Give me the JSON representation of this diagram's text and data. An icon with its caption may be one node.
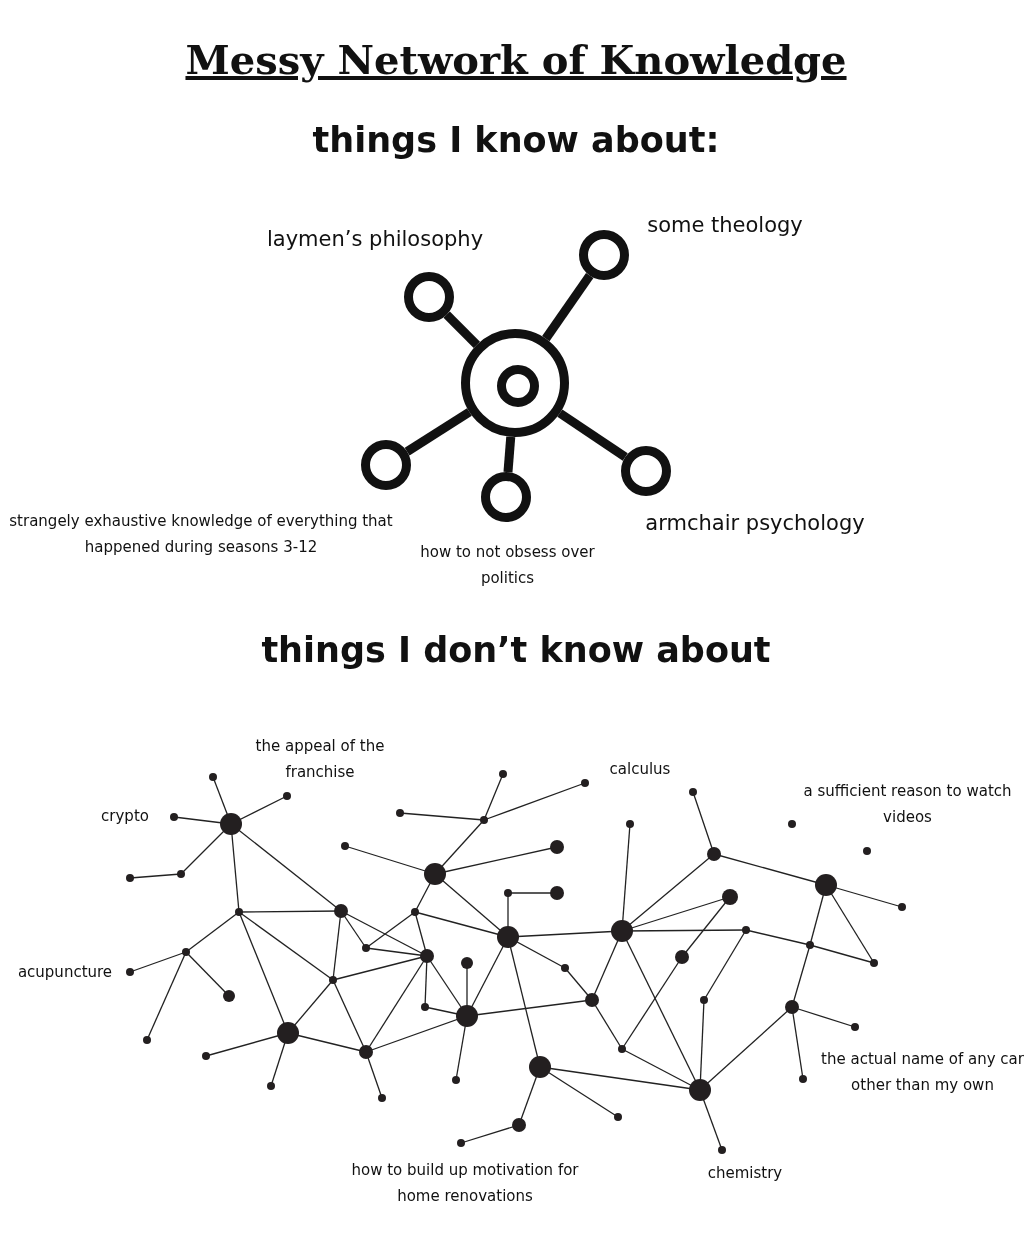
{
  "diagram": {
    "title": "Messy Network of Knowledge",
    "nodes": [
      {
        "text": [],
        "shape": "circle"
      },
      {
        "text": [],
        "shape": "circle",
        "beside": [
          "laymen’s philosophy"
        ]
      },
      {
        "text": [],
        "shape": "circle",
        "beside": [
          "some theology"
        ]
      },
      {
        "text": [],
        "shape": "circle",
        "beside": [
          "strangely exhaustive knowledge of everything that happened during seasons 3-12"
        ]
      },
      {
        "text": [],
        "shape": "circle",
        "beside": [
          "how to not obsess over politics"
        ]
      },
      {
        "text": [],
        "shape": "circle",
        "beside": [
          "armchair psychology"
        ]
      }
    ],
    "edges": [
      {
        "from": 0,
        "to": 1,
        "arrow": "none"
      },
      {
        "from": 0,
        "to": 2,
        "arrow": "none"
      },
      {
        "from": 0,
        "to": 3,
        "arrow": "none"
      },
      {
        "from": 0,
        "to": 4,
        "arrow": "none"
      },
      {
        "from": 0,
        "to": 5,
        "arrow": "none"
      }
    ],
    "labels": [
      "things I know about:",
      "things I don’t know about",
      "the appeal of the franchise",
      "calculus",
      "crypto",
      "a sufficient reason to watch videos",
      "acupuncture",
      "the actual name of any car other than my own",
      "how to build up motivation for home renovations",
      "chemistry"
    ]
  }
}
